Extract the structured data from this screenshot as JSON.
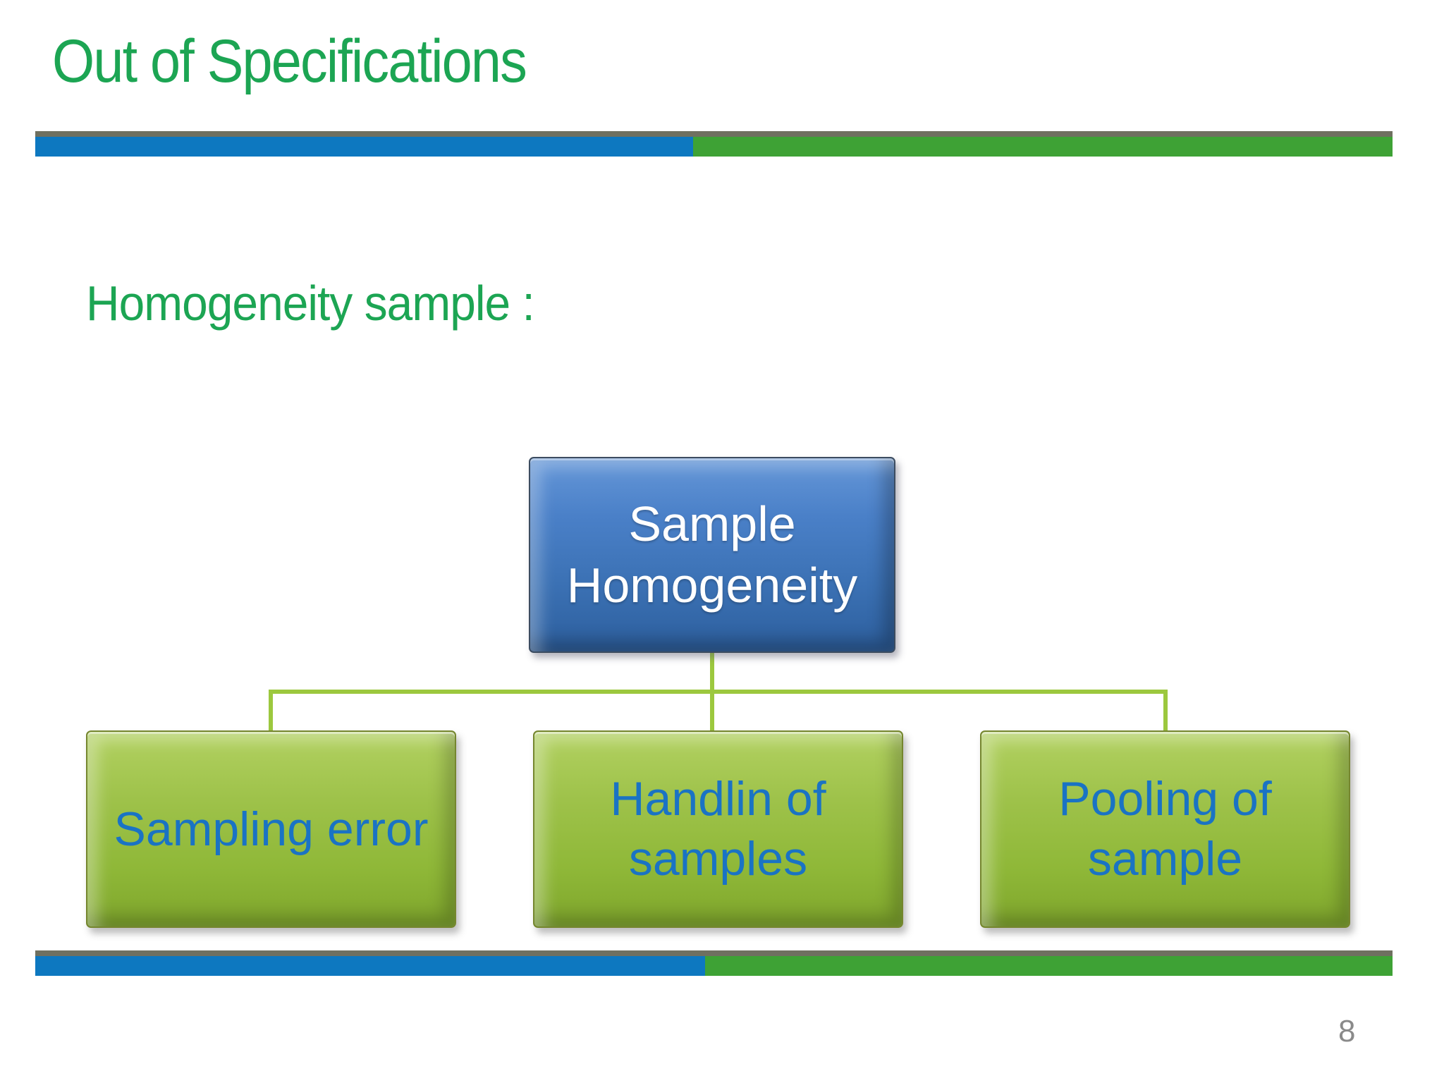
{
  "slide": {
    "title": "Out of Specifications",
    "subtitle": "Homogeneity sample :",
    "page_number": "8"
  },
  "diagram": {
    "type": "hierarchy",
    "root": {
      "label": "Sample Homogeneity"
    },
    "children": [
      {
        "label": "Sampling error"
      },
      {
        "label": "Handlin of samples"
      },
      {
        "label": "Pooling of sample"
      }
    ]
  },
  "colors": {
    "heading_green": "#1CA553",
    "divider_blue": "#0D78C0",
    "divider_green": "#3EA235",
    "divider_gray": "#6F7060",
    "root_node_blue": "#3E74BC",
    "root_node_text": "#FFFFFF",
    "leaf_node_green": "#96BD3A",
    "leaf_node_text_blue": "#1A73C4",
    "connector_green": "#9CC83E",
    "page_number_gray": "#8A8A8A"
  }
}
